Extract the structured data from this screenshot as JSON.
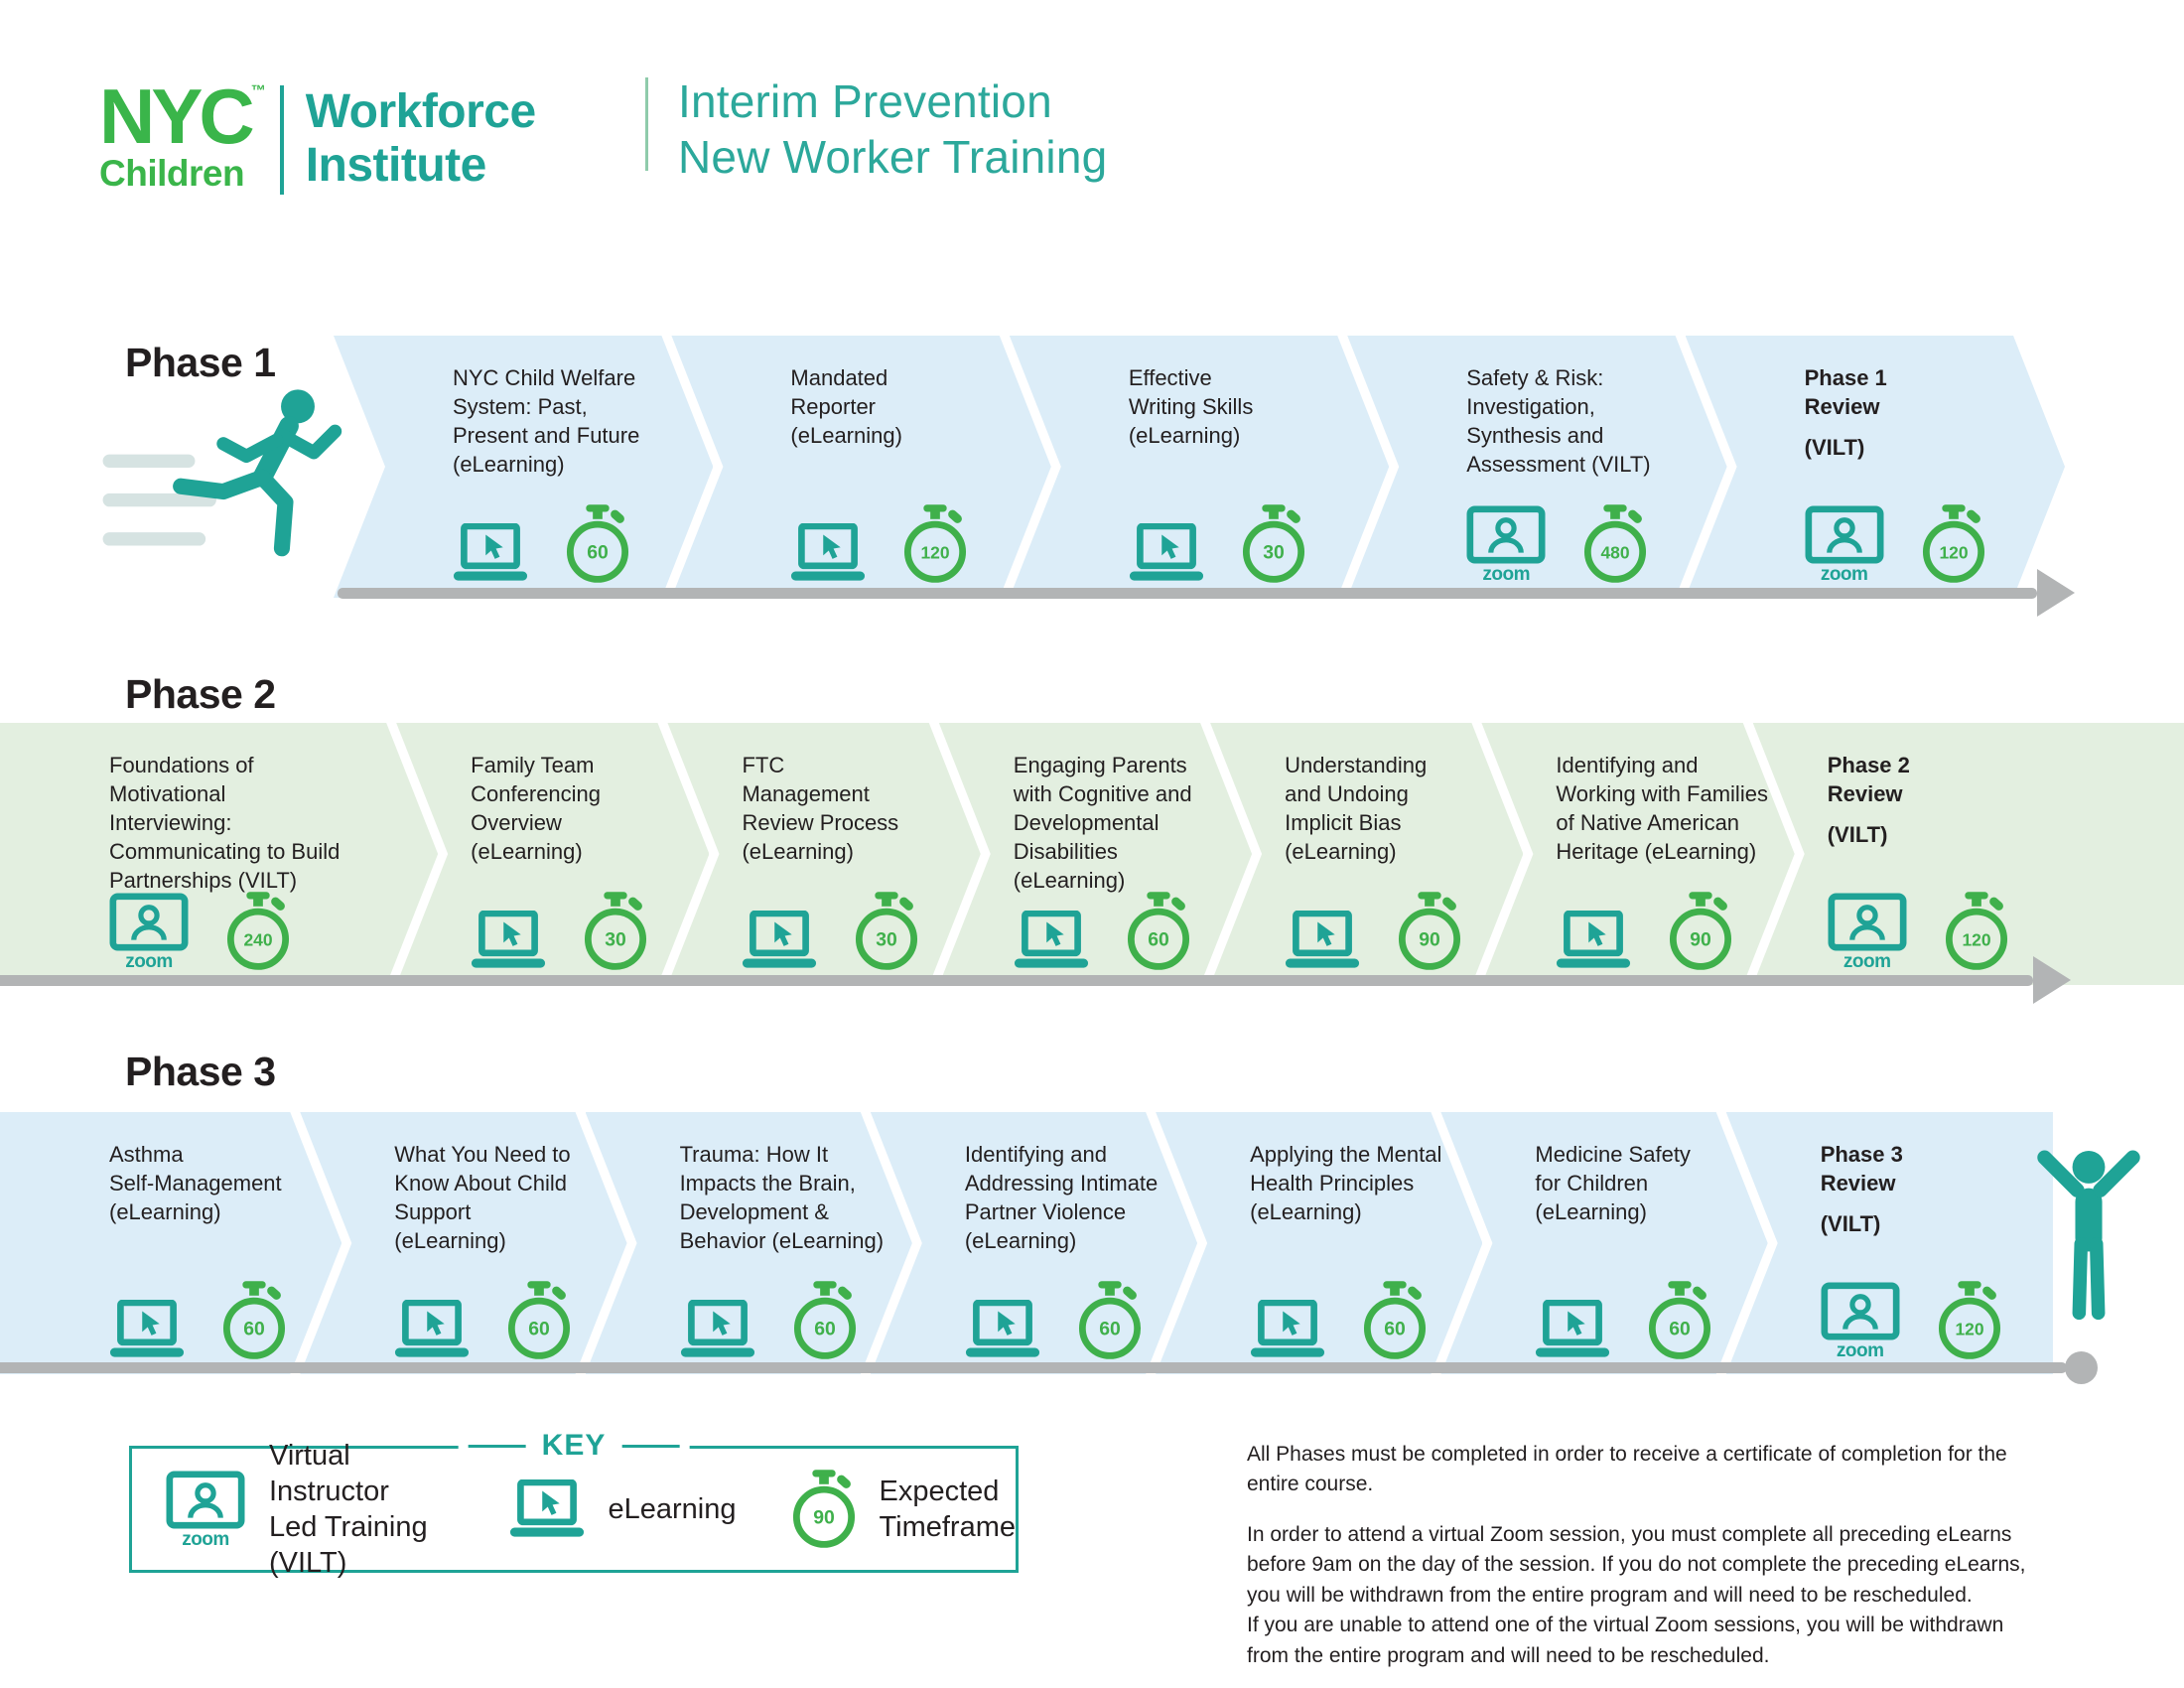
{
  "header": {
    "logo": {
      "nyc": "NYC",
      "tm": "™",
      "children": "Children",
      "org_line1": "Workforce",
      "org_line2": "Institute"
    },
    "title_line1": "Interim Prevention",
    "title_line2": "New Worker Training"
  },
  "colors": {
    "brand_green": "#3AB54A",
    "brand_teal": "#1FA396",
    "title_teal": "#2CA89B",
    "timer_green": "#3FB04B",
    "band_blue": "#DCEDF8",
    "band_green": "#E3EFE0",
    "arrow_gray": "#B2B4B5",
    "text_dark": "#231F20",
    "speed_line": "#D6E3E2"
  },
  "phases": [
    {
      "label": "Phase 1",
      "band_color": "blue",
      "segments": [
        {
          "title": "NYC Child Welfare\nSystem: Past,\nPresent and Future\n(eLearning)",
          "type": "elearning",
          "minutes": "60",
          "bold": false
        },
        {
          "title": "Mandated\nReporter\n(eLearning)",
          "type": "elearning",
          "minutes": "120",
          "bold": false
        },
        {
          "title": "Effective\nWriting Skills\n(eLearning)",
          "type": "elearning",
          "minutes": "30",
          "bold": false
        },
        {
          "title": "Safety & Risk:\nInvestigation,\nSynthesis and\nAssessment (VILT)",
          "type": "vilt",
          "minutes": "480",
          "bold": false
        },
        {
          "title": "Phase 1\nReview",
          "subtitle": "(VILT)",
          "type": "vilt",
          "minutes": "120",
          "bold": true
        }
      ]
    },
    {
      "label": "Phase 2",
      "band_color": "green",
      "segments": [
        {
          "title": "Foundations of\nMotivational\nInterviewing:\nCommunicating to Build\nPartnerships (VILT)",
          "type": "vilt",
          "minutes": "240",
          "bold": false
        },
        {
          "title": "Family Team\nConferencing\nOverview\n(eLearning)",
          "type": "elearning",
          "minutes": "30",
          "bold": false
        },
        {
          "title": "FTC\nManagement\nReview Process\n(eLearning)",
          "type": "elearning",
          "minutes": "30",
          "bold": false
        },
        {
          "title": "Engaging Parents\nwith Cognitive and\nDevelopmental\nDisabilities\n(eLearning)",
          "type": "elearning",
          "minutes": "60",
          "bold": false
        },
        {
          "title": "Understanding\nand Undoing\nImplicit Bias\n(eLearning)",
          "type": "elearning",
          "minutes": "90",
          "bold": false
        },
        {
          "title": "Identifying and\nWorking with Families\nof Native American\nHeritage (eLearning)",
          "type": "elearning",
          "minutes": "90",
          "bold": false
        },
        {
          "title": "Phase 2\nReview",
          "subtitle": "(VILT)",
          "type": "vilt",
          "minutes": "120",
          "bold": true
        }
      ]
    },
    {
      "label": "Phase 3",
      "band_color": "blue",
      "segments": [
        {
          "title": "Asthma\nSelf-Management\n(eLearning)",
          "type": "elearning",
          "minutes": "60",
          "bold": false
        },
        {
          "title": "What You Need to\nKnow About Child\nSupport\n(eLearning)",
          "type": "elearning",
          "minutes": "60",
          "bold": false
        },
        {
          "title": "Trauma: How It\nImpacts the Brain,\nDevelopment &\nBehavior (eLearning)",
          "type": "elearning",
          "minutes": "60",
          "bold": false
        },
        {
          "title": "Identifying and\nAddressing Intimate\nPartner Violence\n(eLearning)",
          "type": "elearning",
          "minutes": "60",
          "bold": false
        },
        {
          "title": "Applying the Mental\nHealth Principles\n(eLearning)",
          "type": "elearning",
          "minutes": "60",
          "bold": false
        },
        {
          "title": "Medicine Safety\nfor Children\n(eLearning)",
          "type": "elearning",
          "minutes": "60",
          "bold": false
        },
        {
          "title": "Phase 3\nReview",
          "subtitle": "(VILT)",
          "type": "vilt",
          "minutes": "120",
          "bold": true
        }
      ]
    }
  ],
  "zoom_wordmark": "zoom",
  "key": {
    "title": "KEY",
    "items": [
      {
        "icon": "vilt",
        "label": "Virtual Instructor\nLed Training (VILT)"
      },
      {
        "icon": "elearning",
        "label": "eLearning"
      },
      {
        "icon": "timer",
        "minutes": "90",
        "label": "Expected\nTimeframe"
      }
    ]
  },
  "notes": {
    "p1": "All Phases must be completed in order to receive a certificate of completion for the\nentire course.",
    "p2": "In order to attend a virtual Zoom session, you must complete all preceding eLearns\nbefore 9am on the day of the session. If you do not complete the preceding eLearns,\nyou will be withdrawn from the entire program and will need to be rescheduled.\nIf you are unable to attend one of the virtual Zoom sessions, you will be withdrawn\nfrom the entire program and will need to be rescheduled."
  }
}
